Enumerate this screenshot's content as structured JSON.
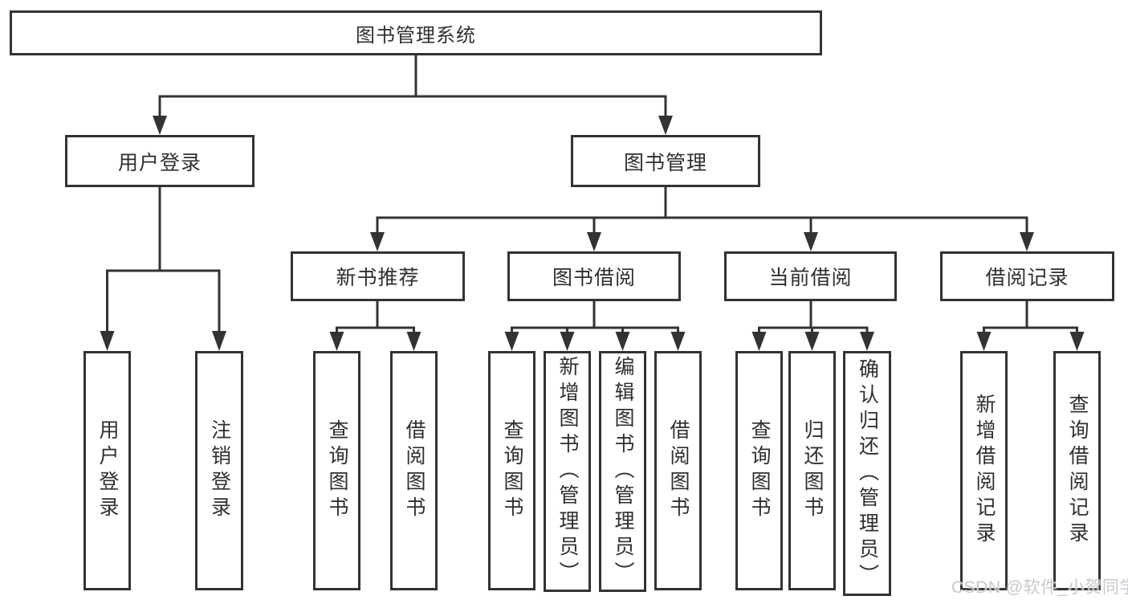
{
  "diagram": {
    "title": "图书管理系统",
    "watermark": "CSDN @软件_小贺同学",
    "colors": {
      "line": "#333333",
      "border": "#333333",
      "text": "#2e2f31",
      "background": "#ffffff",
      "watermark": "#c6c9cc"
    },
    "nodes": {
      "root": {
        "label": "图书管理系统"
      },
      "user_login": {
        "label": "用户登录"
      },
      "book_mgmt": {
        "label": "图书管理"
      },
      "new_book_rec": {
        "label": "新书推荐"
      },
      "book_borrow": {
        "label": "图书借阅"
      },
      "current_borrow": {
        "label": "当前借阅"
      },
      "borrow_record": {
        "label": "借阅记录"
      },
      "ul_user_login": {
        "label": "用户登录"
      },
      "ul_logout": {
        "label": "注销登录"
      },
      "nbr_query_book": {
        "label": "查询图书"
      },
      "nbr_borrow_book": {
        "label": "借阅图书"
      },
      "bb_query_book": {
        "label": "查询图书"
      },
      "bb_add_book": {
        "label": "新增图书（管理员）"
      },
      "bb_edit_book": {
        "label": "编辑图书（管理员）"
      },
      "bb_borrow_book": {
        "label": "借阅图书"
      },
      "cb_query_book": {
        "label": "查询图书"
      },
      "cb_return_book": {
        "label": "归还图书"
      },
      "cb_confirm_return": {
        "label": "确认归还（管理员）"
      },
      "br_add_record": {
        "label": "新增借阅记录"
      },
      "br_query_record": {
        "label": "查询借阅记录"
      }
    },
    "edges": [
      [
        "root",
        "user_login"
      ],
      [
        "root",
        "book_mgmt"
      ],
      [
        "user_login",
        "ul_user_login"
      ],
      [
        "user_login",
        "ul_logout"
      ],
      [
        "book_mgmt",
        "new_book_rec"
      ],
      [
        "book_mgmt",
        "book_borrow"
      ],
      [
        "book_mgmt",
        "current_borrow"
      ],
      [
        "book_mgmt",
        "borrow_record"
      ],
      [
        "new_book_rec",
        "nbr_query_book"
      ],
      [
        "new_book_rec",
        "nbr_borrow_book"
      ],
      [
        "book_borrow",
        "bb_query_book"
      ],
      [
        "book_borrow",
        "bb_add_book"
      ],
      [
        "book_borrow",
        "bb_edit_book"
      ],
      [
        "book_borrow",
        "bb_borrow_book"
      ],
      [
        "current_borrow",
        "cb_query_book"
      ],
      [
        "current_borrow",
        "cb_return_book"
      ],
      [
        "current_borrow",
        "cb_confirm_return"
      ],
      [
        "borrow_record",
        "br_add_record"
      ],
      [
        "borrow_record",
        "br_query_record"
      ]
    ]
  }
}
